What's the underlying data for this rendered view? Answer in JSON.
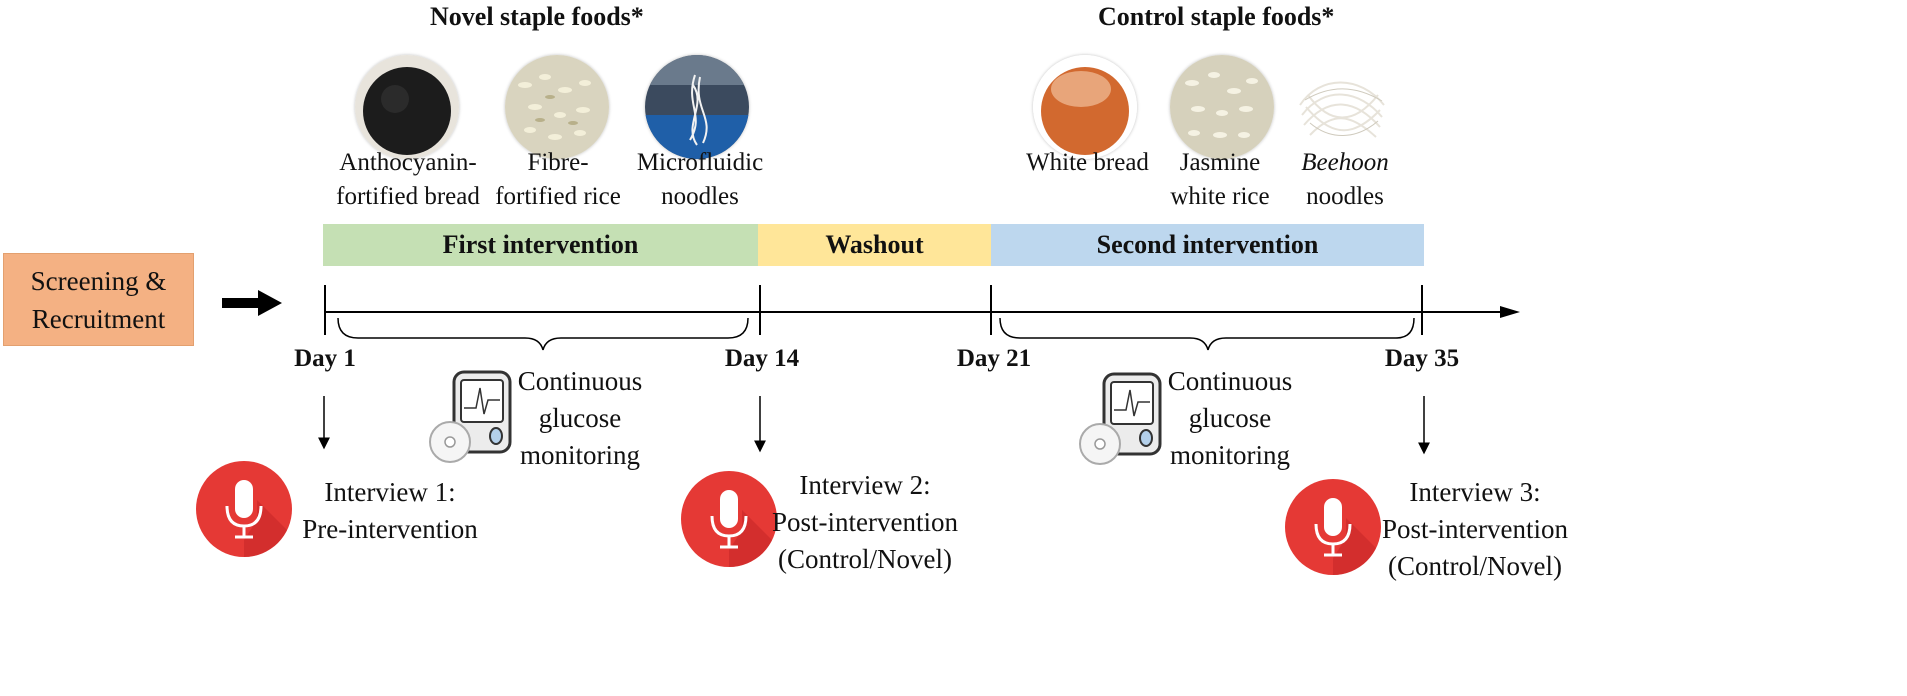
{
  "novel_group": {
    "heading": "Novel staple foods*",
    "items": [
      {
        "line1": "Anthocyanin-",
        "line2": "fortified bread"
      },
      {
        "line1": "Fibre-",
        "line2": "fortified rice"
      },
      {
        "line1": "Microfluidic",
        "line2": "noodles"
      }
    ]
  },
  "control_group": {
    "heading": "Control staple foods*",
    "items": [
      {
        "line1": "White bread",
        "line2": ""
      },
      {
        "line1": "Jasmine",
        "line2": "white rice"
      },
      {
        "line1": "Beehoon",
        "line2": "noodles"
      }
    ]
  },
  "phases": {
    "first": {
      "label": "First intervention",
      "color": "#c5e0b4"
    },
    "washout": {
      "label": "Washout",
      "color": "#ffe699"
    },
    "second": {
      "label": "Second intervention",
      "color": "#bdd7ee"
    }
  },
  "screening": {
    "line1": "Screening &",
    "line2": "Recruitment",
    "color": "#f4b183"
  },
  "days": [
    "Day 1",
    "Day 14",
    "Day 21",
    "Day 35"
  ],
  "cgm": {
    "line1": "Continuous",
    "line2": "glucose",
    "line3": "monitoring"
  },
  "interviews": [
    {
      "line1": "Interview 1:",
      "line2": "Pre-intervention",
      "line3": ""
    },
    {
      "line1": "Interview 2:",
      "line2": "Post-intervention",
      "line3": "(Control/Novel)"
    },
    {
      "line1": "Interview 3:",
      "line2": "Post-intervention",
      "line3": "(Control/Novel)"
    }
  ],
  "colors": {
    "mic_red": "#e53935",
    "line": "#000000"
  }
}
